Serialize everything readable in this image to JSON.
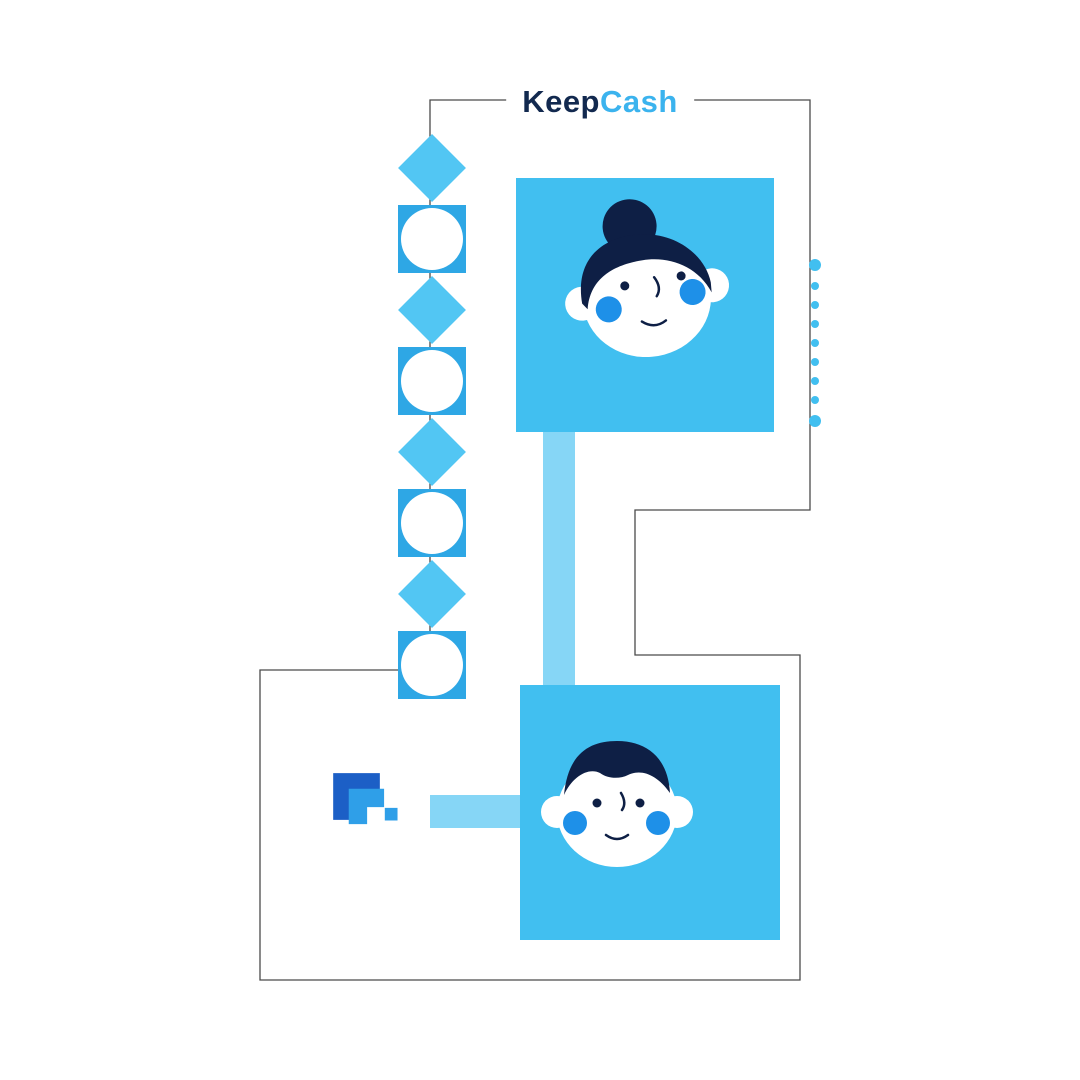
{
  "brand": {
    "name_part1": "Keep",
    "name_part2": "Cash"
  },
  "palette": {
    "sky": "#41BFF0",
    "sky_light": "#86D6F6",
    "diamond": "#52C6F3",
    "frame_square": "#2EA7E5",
    "navy": "#0E1F45",
    "cheek": "#1E90E8",
    "brand_keep": "#12294F",
    "brand_cash": "#3BB3EE",
    "logo_dark": "#1C5FC6",
    "logo_light": "#2F9FE8",
    "dot": "#41BFF0",
    "outline": "#4A4A4A"
  },
  "decor": {
    "shape_column": [
      "diamond",
      "circle-square",
      "diamond",
      "circle-square",
      "diamond",
      "circle-square",
      "diamond",
      "circle-square"
    ],
    "dot_column_count": 9
  },
  "avatars": {
    "top": "woman-with-bun-avatar",
    "bottom": "boy-avatar"
  }
}
